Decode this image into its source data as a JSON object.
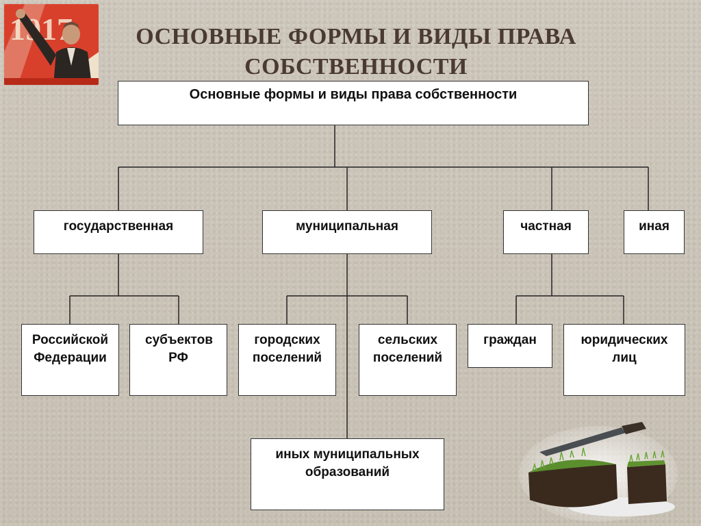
{
  "title": "ОСНОВНЫЕ ФОРМЫ И ВИДЫ ПРАВА СОБСТВЕННОСТИ",
  "poster": {
    "year": "1917"
  },
  "diagram": {
    "root": "Основные  формы  и  виды  права собственности",
    "forms": {
      "state": "государственная",
      "municipal": "муниципальная",
      "private": "частная",
      "other": "иная"
    },
    "kinds": {
      "russian_federation": "Российской Федерации",
      "rf_subjects": "субъектов РФ",
      "urban_settlements": "городских поселений",
      "rural_settlements": "сельских поселений",
      "other_municipal": "иных муниципальных образований",
      "citizens": "граждан",
      "legal_entities": "юридических лиц"
    }
  }
}
